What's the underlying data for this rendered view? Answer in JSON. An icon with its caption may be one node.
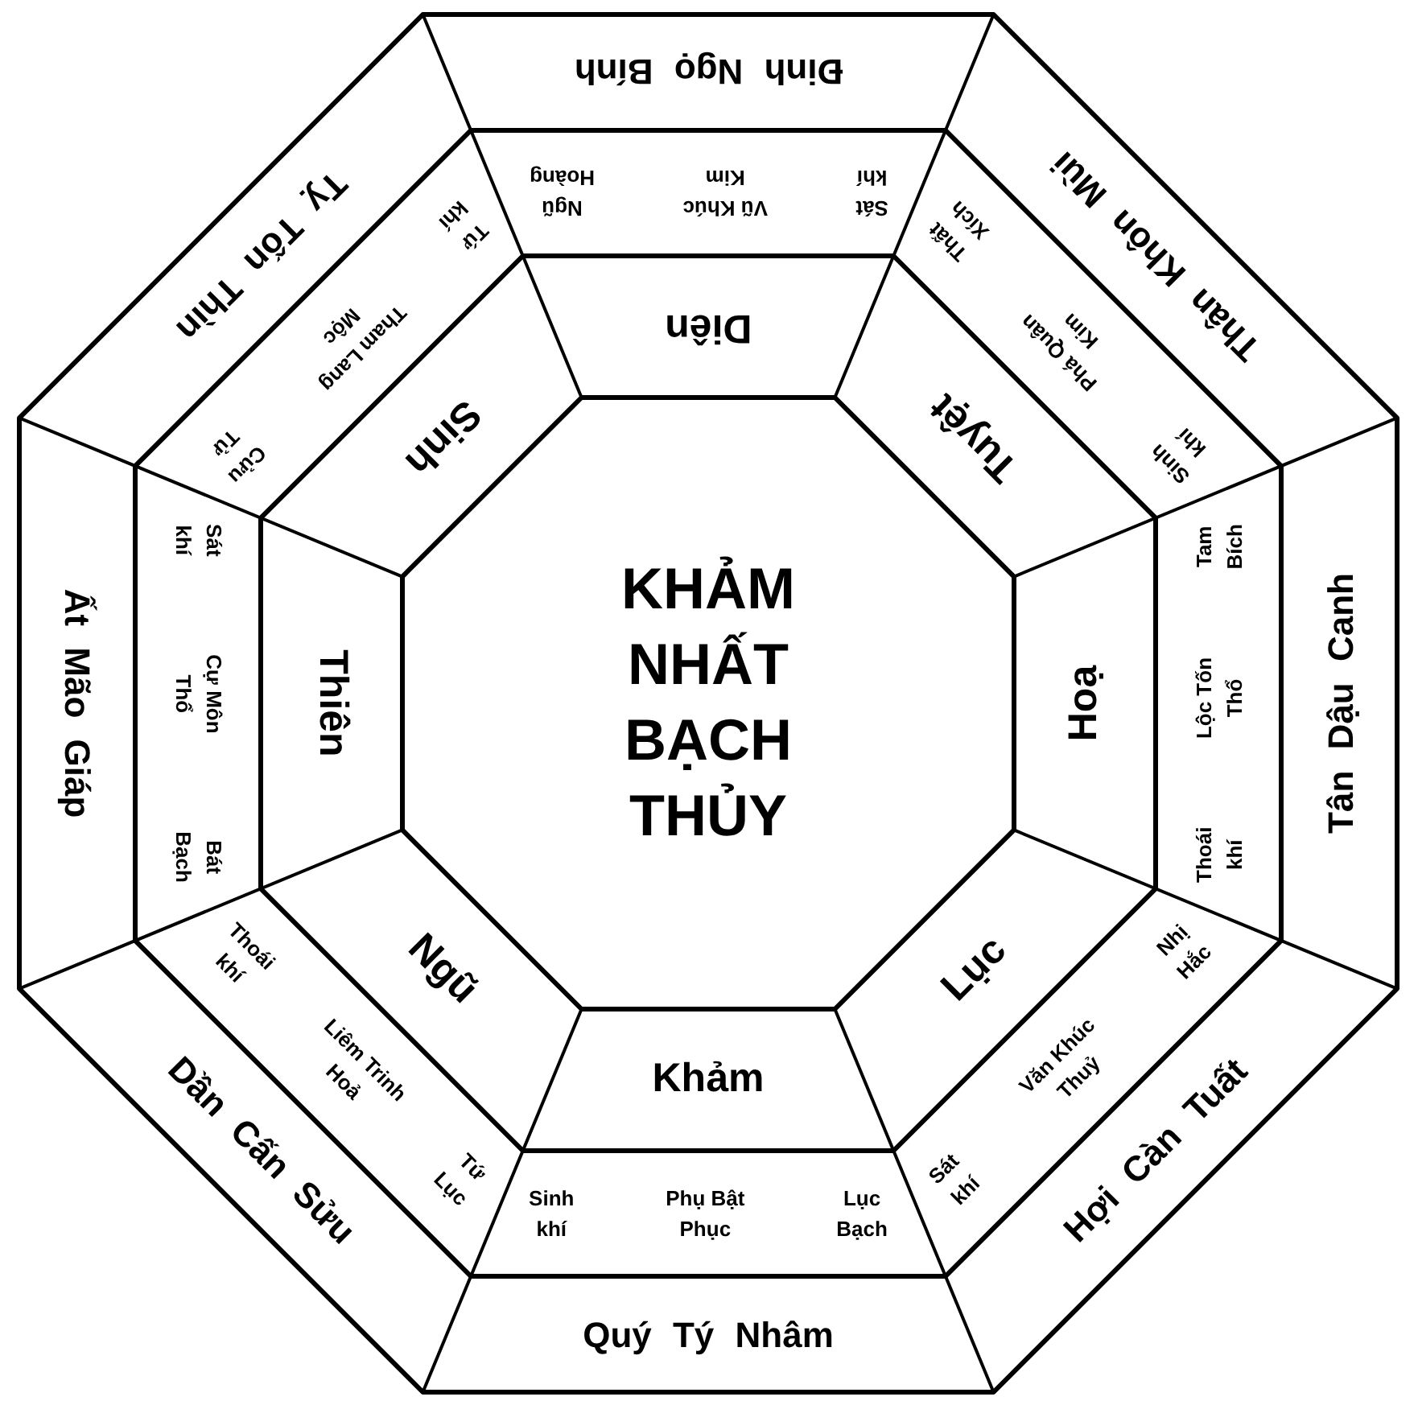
{
  "diagram": {
    "nodes": [
      {
        "text": [
          "KHẢM NHẤT BẠCH THỦY"
        ]
      },
      {
        "text": [
          "Diên"
        ]
      },
      {
        "text": [
          "Tuyệt"
        ]
      },
      {
        "text": [
          "Hoạ"
        ]
      },
      {
        "text": [
          "Lục"
        ]
      },
      {
        "text": [
          "Khảm"
        ]
      },
      {
        "text": [
          "Ngũ"
        ]
      },
      {
        "text": [
          "Thiên"
        ]
      },
      {
        "text": [
          "Sinh"
        ]
      },
      {
        "text": [
          "Sát khí",
          "Vũ Khúc Kim",
          "Ngũ Hoàng"
        ]
      },
      {
        "text": [
          "Sinh khí",
          "Phá Quân Kim",
          "Thất Xích"
        ]
      },
      {
        "text": [
          "Thoái khí",
          "Lộc Tốn Thổ",
          "Tam Bích"
        ]
      },
      {
        "text": [
          "Sát khí",
          "Văn Khúc Thuỷ",
          "Nhị Hắc"
        ]
      },
      {
        "text": [
          "Sinh khí",
          "Phụ Bật Phục",
          "Lục Bạch"
        ]
      },
      {
        "text": [
          "Thoái khí",
          "Liêm Trinh Hoả",
          "Tứ Lục"
        ]
      },
      {
        "text": [
          "Sát khí",
          "Cự Môn Thổ",
          "Bát Bạch"
        ]
      },
      {
        "text": [
          "Tứ khí",
          "Tham Lang Mộc",
          "Cửu Tử"
        ]
      },
      {
        "text": [
          "Đinh Ngọ Bính"
        ]
      },
      {
        "text": [
          "Thân Khôn Mùi"
        ]
      },
      {
        "text": [
          "Tân Dậu Canh"
        ]
      },
      {
        "text": [
          "Hợi Càn Tuất"
        ]
      },
      {
        "text": [
          "Quý Tý Nhâm"
        ]
      },
      {
        "text": [
          "Dần Cấn Sửu"
        ]
      },
      {
        "text": [
          "Ất Mão Giáp"
        ]
      },
      {
        "text": [
          "Tỵ Tốn Thìn"
        ]
      }
    ]
  }
}
